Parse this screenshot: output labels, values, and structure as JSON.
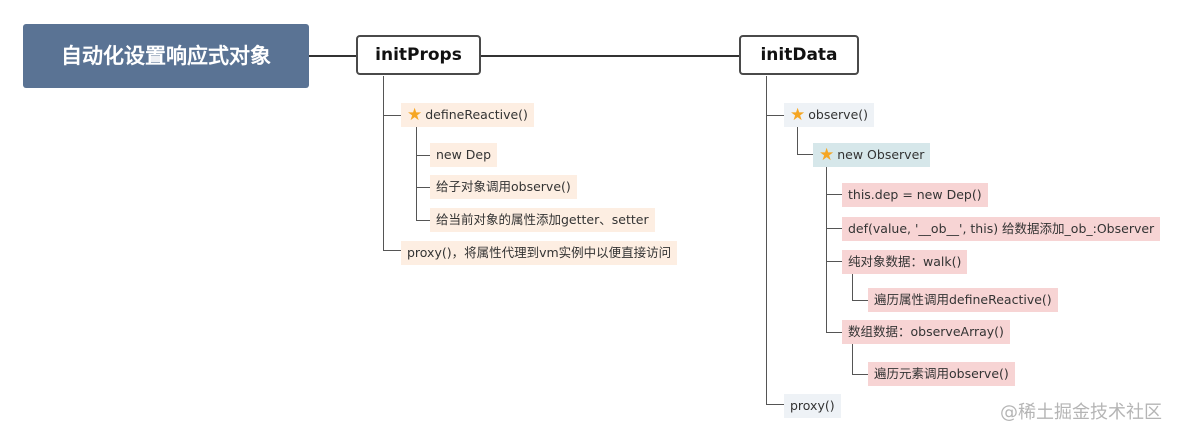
{
  "root": "自动化设置响应式对象",
  "initProps": {
    "title": "initProps",
    "defineReactive": "defineReactive()",
    "children": [
      "new Dep",
      "给子对象调用observe()",
      "给当前对象的属性添加getter、setter"
    ],
    "proxy": "proxy()，将属性代理到vm实例中以便直接访问"
  },
  "initData": {
    "title": "initData",
    "observe": "observe()",
    "newObserver": "new Observer",
    "thisDep": "this.dep = new Dep()",
    "def": "def(value, '__ob__', this) 给数据添加_ob_:Observer",
    "walk": "纯对象数据：walk()",
    "walkChild": "遍历属性调用defineReactive()",
    "observeArray": "数组数据：observeArray()",
    "observeArrayChild": "遍历元素调用observe()",
    "proxy": "proxy()"
  },
  "watermark": "@稀土掘金技术社区",
  "colors": {
    "root": "#5a7394",
    "peach": "#fdeee2",
    "blue": "#eef2f6",
    "teal": "#d6e7ea",
    "pink": "#f7d4d4",
    "star": "#f5a623"
  },
  "icons": {
    "priority": "star-icon"
  }
}
